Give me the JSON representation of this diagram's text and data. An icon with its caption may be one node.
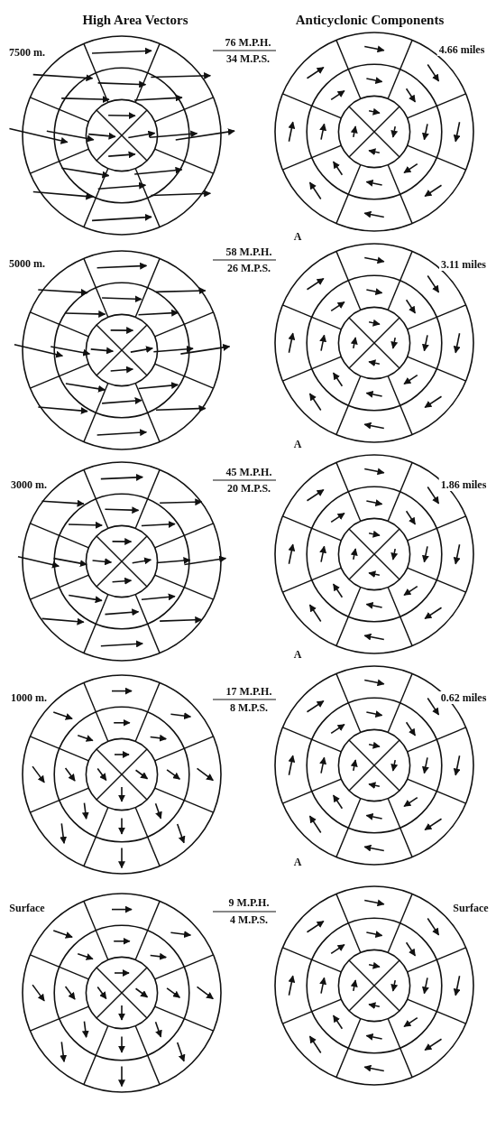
{
  "diagram": {
    "labels": [
      "High Area Vectors",
      "Anticyclonic Components",
      "7500 m.",
      "76 M.P.H.",
      "34 M.P.S.",
      "4.66 miles",
      "A",
      "5000 m.",
      "58 M.P.H.",
      "26 M.P.S.",
      "3.11 miles",
      "A",
      "3000 m.",
      "45 M.P.H.",
      "20 M.P.S.",
      "1.86 miles",
      "A",
      "1000 m.",
      "17 M.P.H.",
      "8 M.P.S.",
      "0.62 miles",
      "A",
      "Surface",
      "9 M.P.H.",
      "4 M.P.S.",
      "Surface"
    ]
  }
}
